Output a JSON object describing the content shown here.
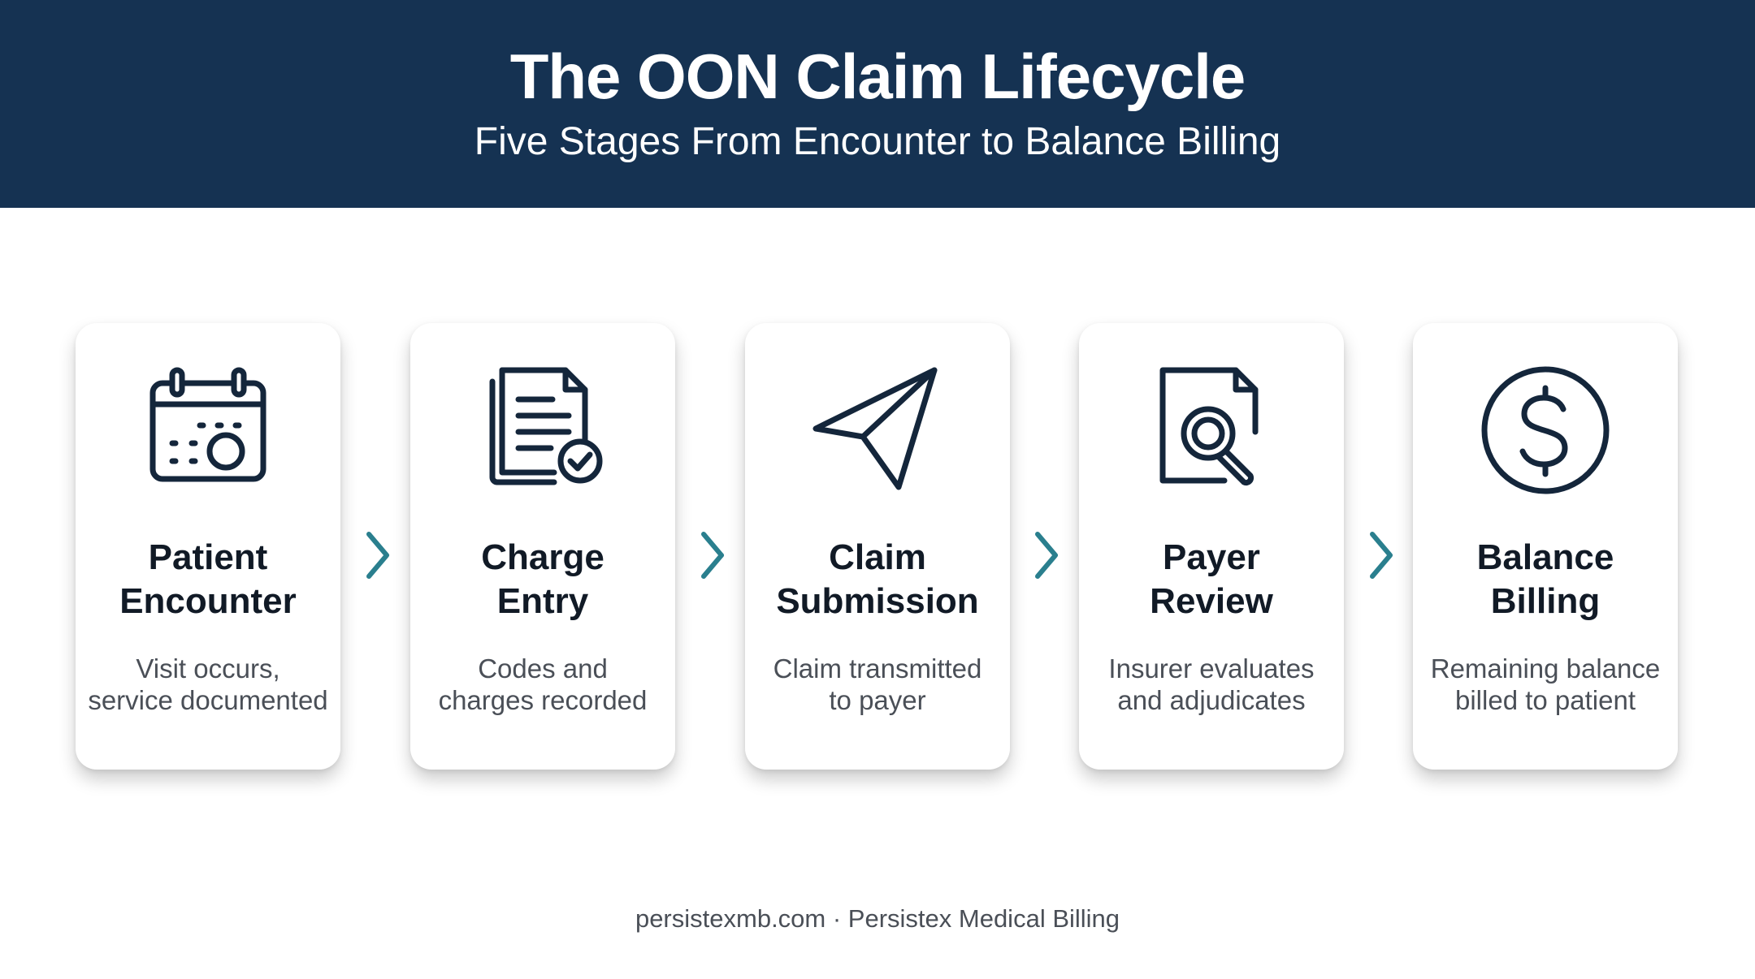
{
  "header": {
    "title": "The OON Claim Lifecycle",
    "subtitle": "Five Stages From Encounter to Balance Billing"
  },
  "stages": [
    {
      "icon": "calendar-icon",
      "title_line1": "Patient",
      "title_line2": "Encounter",
      "desc_line1": "Visit occurs,",
      "desc_line2": "service documented"
    },
    {
      "icon": "document-check-icon",
      "title_line1": "Charge",
      "title_line2": "Entry",
      "desc_line1": "Codes and",
      "desc_line2": "charges recorded"
    },
    {
      "icon": "paper-plane-icon",
      "title_line1": "Claim",
      "title_line2": "Submission",
      "desc_line1": "Claim transmitted",
      "desc_line2": "to payer"
    },
    {
      "icon": "document-search-icon",
      "title_line1": "Payer",
      "title_line2": "Review",
      "desc_line1": "Insurer evaluates",
      "desc_line2": "and adjudicates"
    },
    {
      "icon": "dollar-coin-icon",
      "title_line1": "Balance",
      "title_line2": "Billing",
      "desc_line1": "Remaining balance",
      "desc_line2": "billed to patient"
    }
  ],
  "footer": {
    "text": "persistexmb.com · Persistex Medical Billing"
  },
  "colors": {
    "header_bg": "#153252",
    "icon_stroke": "#14263b",
    "arrow": "#2a7f8e"
  }
}
